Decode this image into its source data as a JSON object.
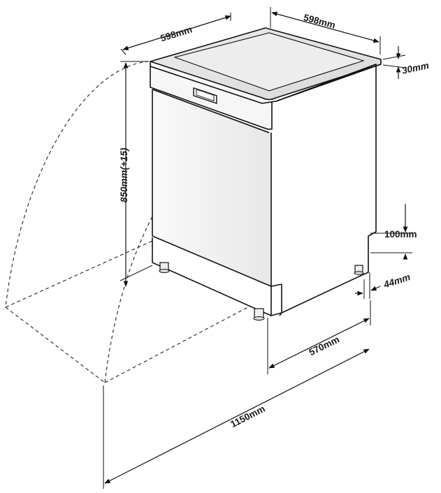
{
  "dimensions": {
    "width_top": "598mm",
    "depth_top": "598mm",
    "worktop_thickness": "30mm",
    "height": "850mm(+15)",
    "plinth_height": "100mm",
    "plinth_recess": "44mm",
    "depth_body": "570mm",
    "door_open_depth": "1150mm"
  },
  "colors": {
    "outline": "#111111",
    "panel_light": "#f4f4f4",
    "panel_side": "#ffffff",
    "top_surface": "#e6e6e6"
  }
}
